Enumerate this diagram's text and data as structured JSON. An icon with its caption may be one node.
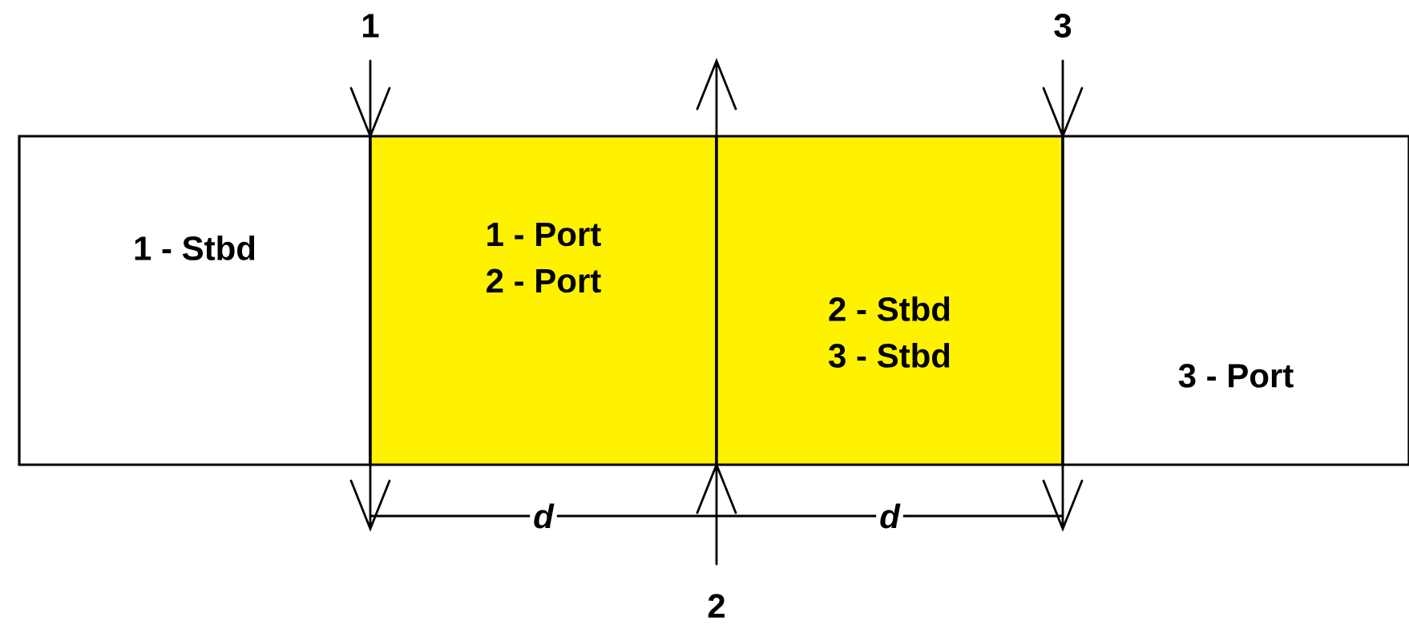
{
  "diagram": {
    "nodes": [
      {
        "text": [
          "1 - Stbd"
        ]
      },
      {
        "text": [
          "1 - Port",
          "2 - Port"
        ]
      },
      {
        "text": [
          "2 - Stbd",
          "3 - Stbd"
        ]
      },
      {
        "text": [
          "3 - Port"
        ]
      }
    ],
    "labels": [
      "1",
      "3",
      "d",
      "d",
      "2"
    ]
  }
}
